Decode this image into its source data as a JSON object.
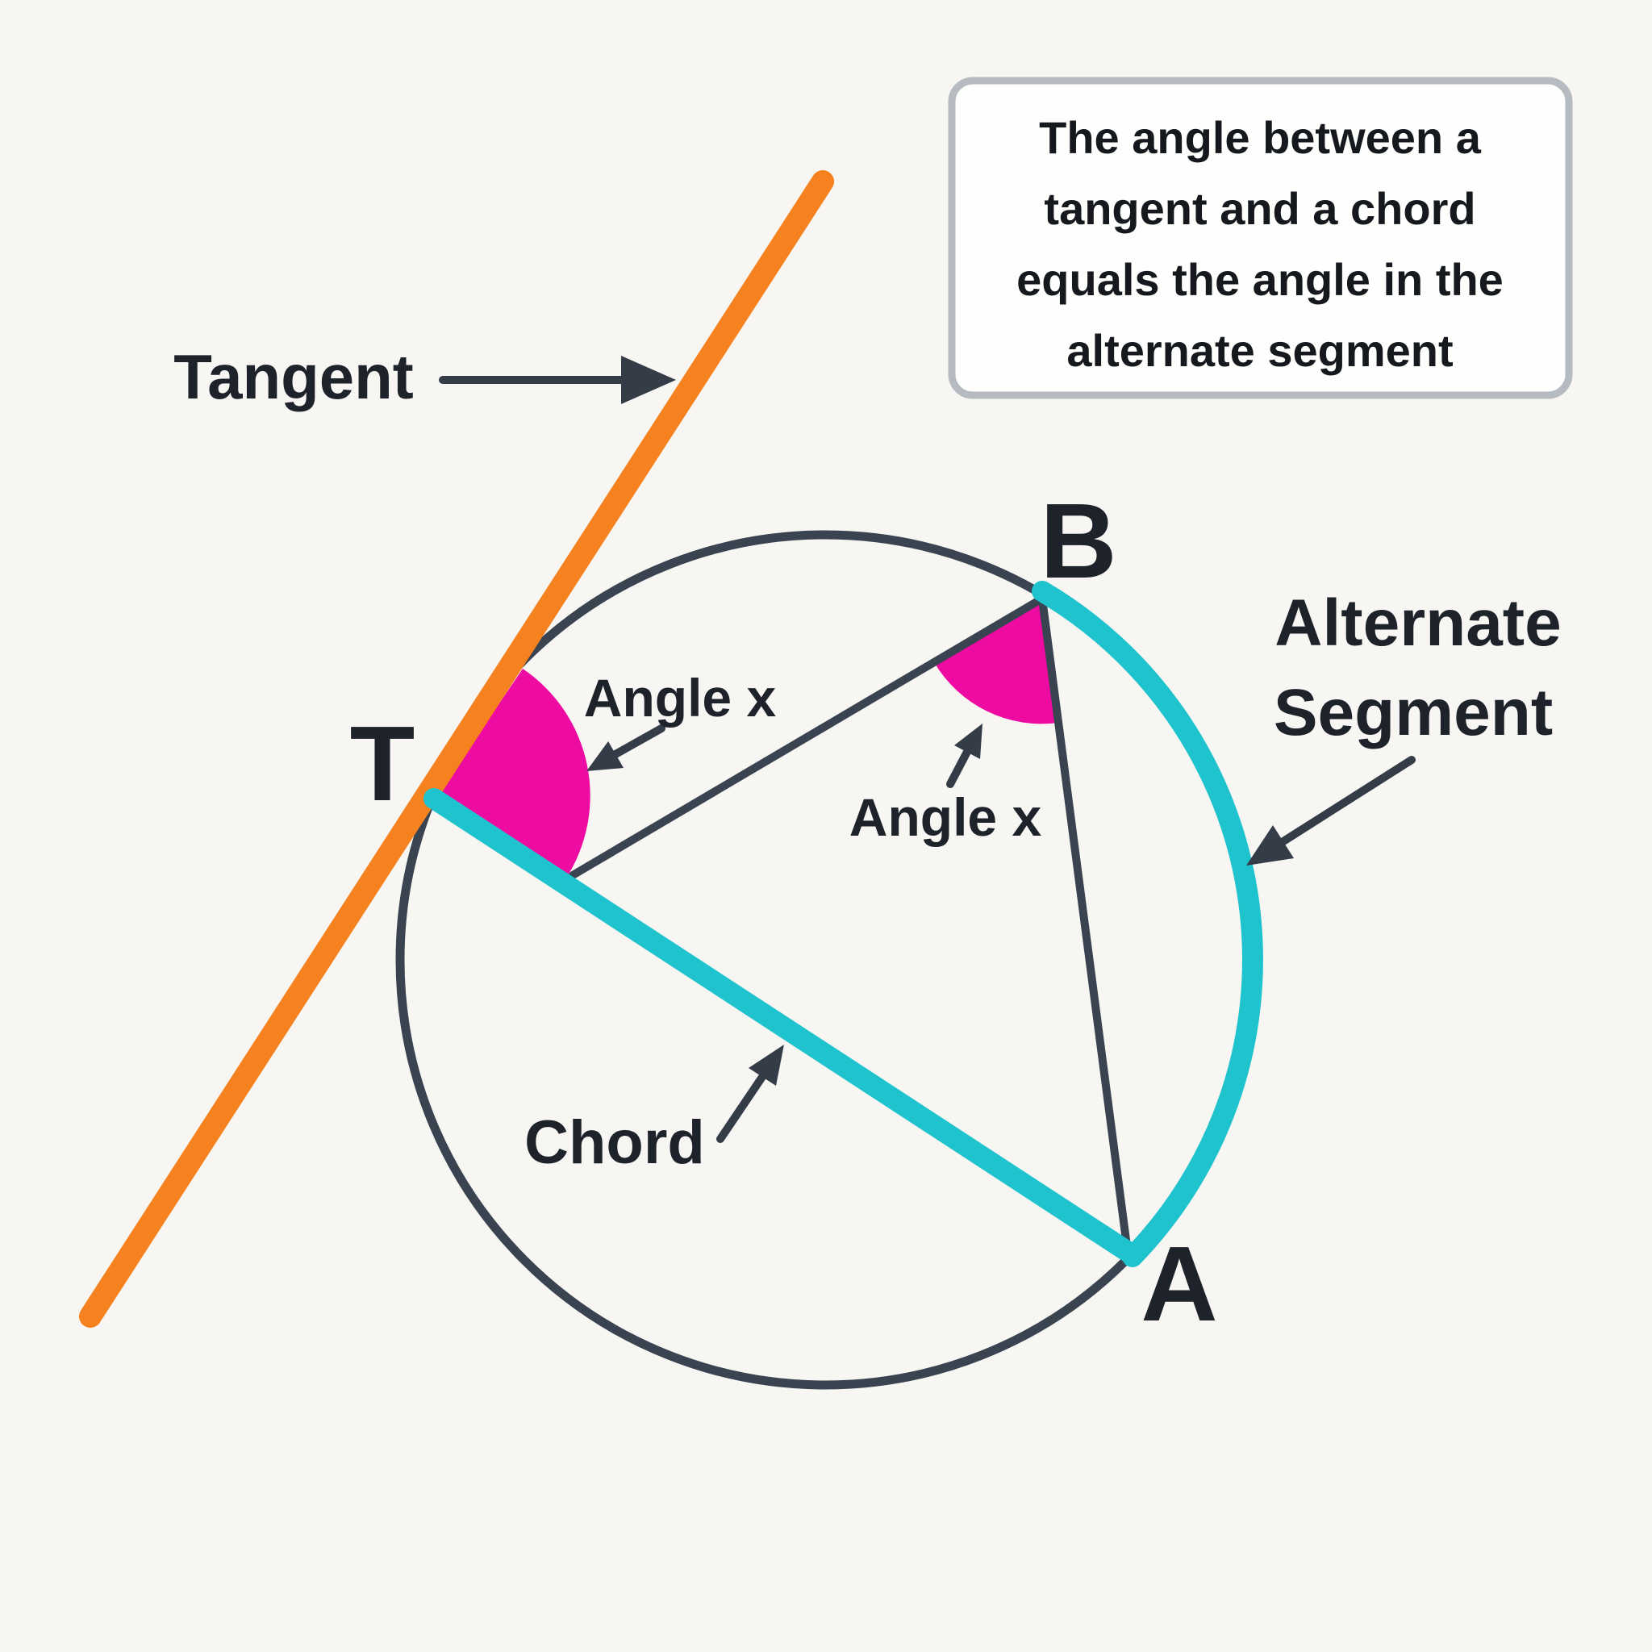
{
  "info_box": {
    "lines": [
      "The angle between a",
      "tangent and a chord",
      "equals the angle in the",
      "alternate segment"
    ]
  },
  "labels": {
    "tangent": "Tangent",
    "chord": "Chord",
    "alternate_segment_line1": "Alternate",
    "alternate_segment_line2": "Segment",
    "angle_x_at_tangent": "Angle x",
    "angle_x_in_segment": "Angle x"
  },
  "points": {
    "tangency": "T",
    "top": "B",
    "bottom": "A"
  },
  "colors": {
    "background": "#F7F6F3",
    "tangent": "#F5821E",
    "chord_and_arc": "#1FC3CE",
    "angle_fill": "#EE0BA2",
    "geometry": "#3A4350",
    "arrow": "#343C48",
    "label_text": "#1E222A",
    "box_border": "#B6BBC2",
    "box_fill": "#FEFEFD"
  }
}
